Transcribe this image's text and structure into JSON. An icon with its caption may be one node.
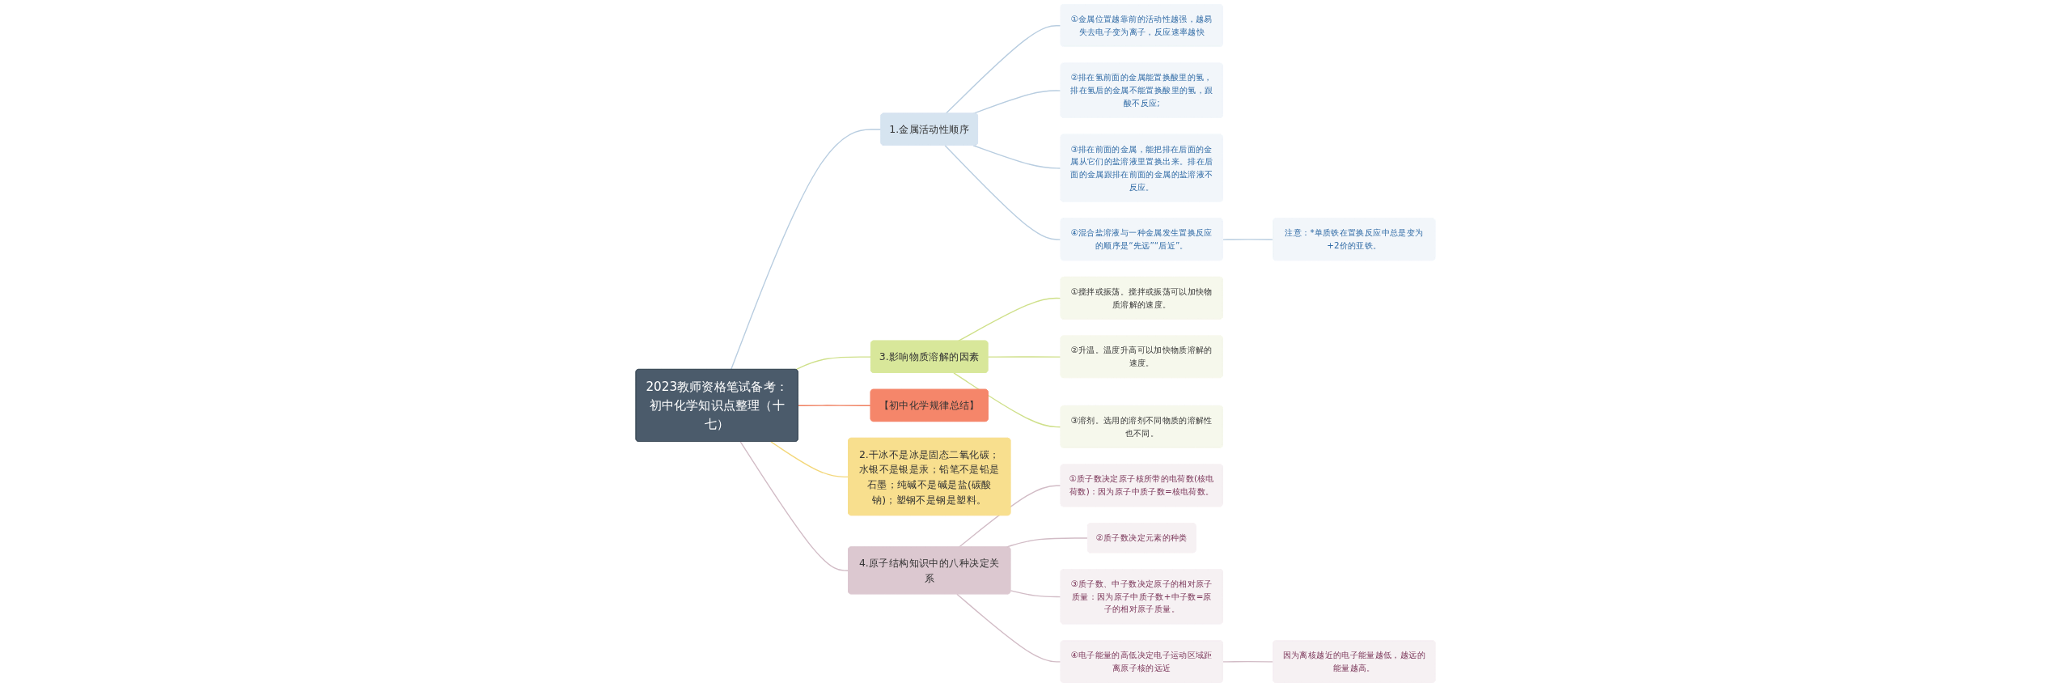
{
  "diagram": {
    "nodes": [
      {
        "text": [
          "2023教师资格笔试备考：初中化学知识点整理（十七）"
        ]
      },
      {
        "text": [
          "1.金属活动性顺序"
        ]
      },
      {
        "text": [
          "①金属位置越靠前的活动性越强，越易失去电子变为离子，反应速率越快"
        ]
      },
      {
        "text": [
          "②排在氢前面的金属能置换酸里的氢，排在氢后的金属不能置换酸里的氢，跟酸不反应;"
        ]
      },
      {
        "text": [
          "③排在前面的金属，能把排在后面的金属从它们的盐溶液里置换出来。排在后面的金属跟排在前面的金属的盐溶液不反应。"
        ]
      },
      {
        "text": [
          "④混合盐溶液与一种金属发生置换反应的顺序是“先远”“后近”。"
        ]
      },
      {
        "text": [
          "注意：*单质铁在置换反应中总是变为+2价的亚铁。"
        ]
      },
      {
        "text": [
          "3.影响物质溶解的因素"
        ]
      },
      {
        "text": [
          "①搅拌或振荡。搅拌或振荡可以加快物质溶解的速度。"
        ]
      },
      {
        "text": [
          "②升温。温度升高可以加快物质溶解的速度。"
        ]
      },
      {
        "text": [
          "③溶剂。选用的溶剂不同物质的溶解性也不同。"
        ]
      },
      {
        "text": [
          "【初中化学规律总结】"
        ]
      },
      {
        "text": [
          "2.干冰不是冰是固态二氧化碳；水银不是银是汞；铅笔不是铅是石墨；纯碱不是碱是盐(碳酸钠)；塑钢不是钢是塑料。"
        ]
      },
      {
        "text": [
          "4.原子结构知识中的八种决定关系"
        ]
      },
      {
        "text": [
          "①质子数决定原子核所带的电荷数(核电荷数)：因为原子中质子数=核电荷数。"
        ]
      },
      {
        "text": [
          "②质子数决定元素的种类"
        ]
      },
      {
        "text": [
          "③质子数、中子数决定原子的相对原子质量：因为原子中质子数+中子数=原子的相对原子质量。"
        ]
      },
      {
        "text": [
          "④电子能量的高低决定电子运动区域距离原子核的远近"
        ]
      },
      {
        "text": [
          "因为离核越近的电子能量越低，越远的能量越高。"
        ]
      }
    ],
    "edges": [
      {
        "from": 0,
        "to": 1,
        "arrow": "none",
        "color": "#b8cde0"
      },
      {
        "from": 1,
        "to": 2,
        "arrow": "none",
        "color": "#b8cde0"
      },
      {
        "from": 1,
        "to": 3,
        "arrow": "none",
        "color": "#b8cde0"
      },
      {
        "from": 1,
        "to": 4,
        "arrow": "none",
        "color": "#b8cde0"
      },
      {
        "from": 1,
        "to": 5,
        "arrow": "none",
        "color": "#b8cde0"
      },
      {
        "from": 5,
        "to": 6,
        "arrow": "none",
        "color": "#b8cde0"
      },
      {
        "from": 0,
        "to": 7,
        "arrow": "none",
        "color": "#cfe08a"
      },
      {
        "from": 7,
        "to": 8,
        "arrow": "none",
        "color": "#cfe08a"
      },
      {
        "from": 7,
        "to": 9,
        "arrow": "none",
        "color": "#cfe08a"
      },
      {
        "from": 7,
        "to": 10,
        "arrow": "none",
        "color": "#cfe08a"
      },
      {
        "from": 0,
        "to": 11,
        "arrow": "none",
        "color": "#f08060"
      },
      {
        "from": 0,
        "to": 12,
        "arrow": "none",
        "color": "#f3d77a"
      },
      {
        "from": 0,
        "to": 13,
        "arrow": "none",
        "color": "#d2bcc6"
      },
      {
        "from": 13,
        "to": 14,
        "arrow": "none",
        "color": "#d2bcc6"
      },
      {
        "from": 13,
        "to": 15,
        "arrow": "none",
        "color": "#d2bcc6"
      },
      {
        "from": 13,
        "to": 16,
        "arrow": "none",
        "color": "#d2bcc6"
      },
      {
        "from": 13,
        "to": 17,
        "arrow": "none",
        "color": "#d2bcc6"
      },
      {
        "from": 17,
        "to": 18,
        "arrow": "none",
        "color": "#d2bcc6"
      }
    ]
  }
}
